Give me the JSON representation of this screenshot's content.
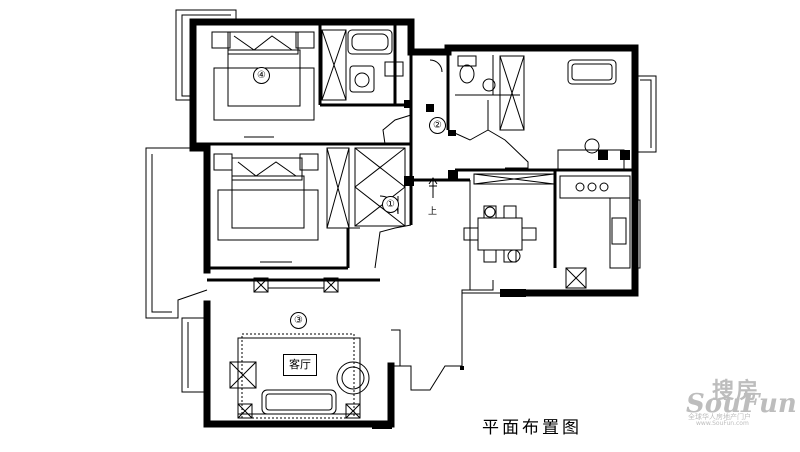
{
  "drawing": {
    "title": "平面布置图",
    "living_room_label": "客厅",
    "stair_label": "上",
    "room_numbers": [
      "①",
      "②",
      "③",
      "④"
    ]
  },
  "watermark": {
    "brand_cn": "搜房",
    "brand_en": "SouFun",
    "slogan": "全球华人房地产门户",
    "url": "www.SouFun.com"
  }
}
